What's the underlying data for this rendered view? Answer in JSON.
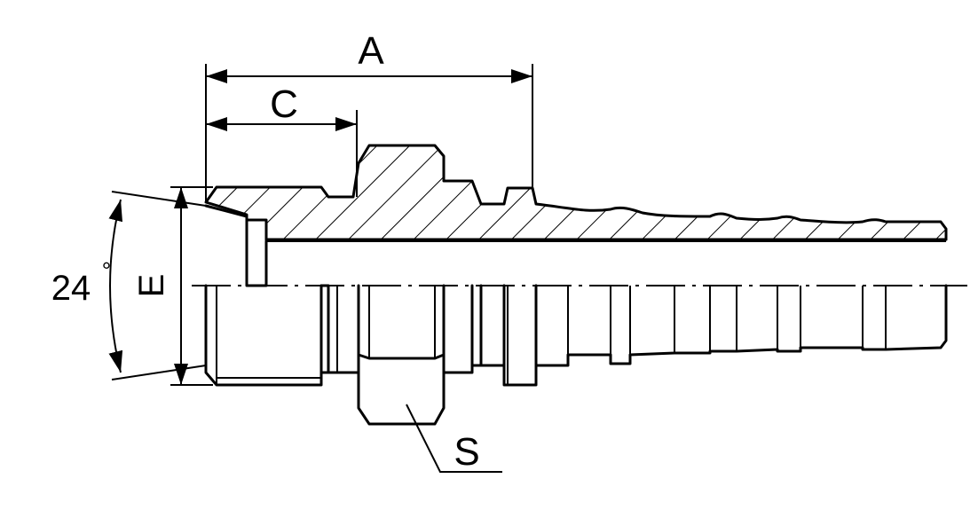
{
  "labels": {
    "A": "A",
    "C": "C",
    "E": "E",
    "S": "S",
    "angle_value": "24",
    "angle_unit": "°"
  }
}
